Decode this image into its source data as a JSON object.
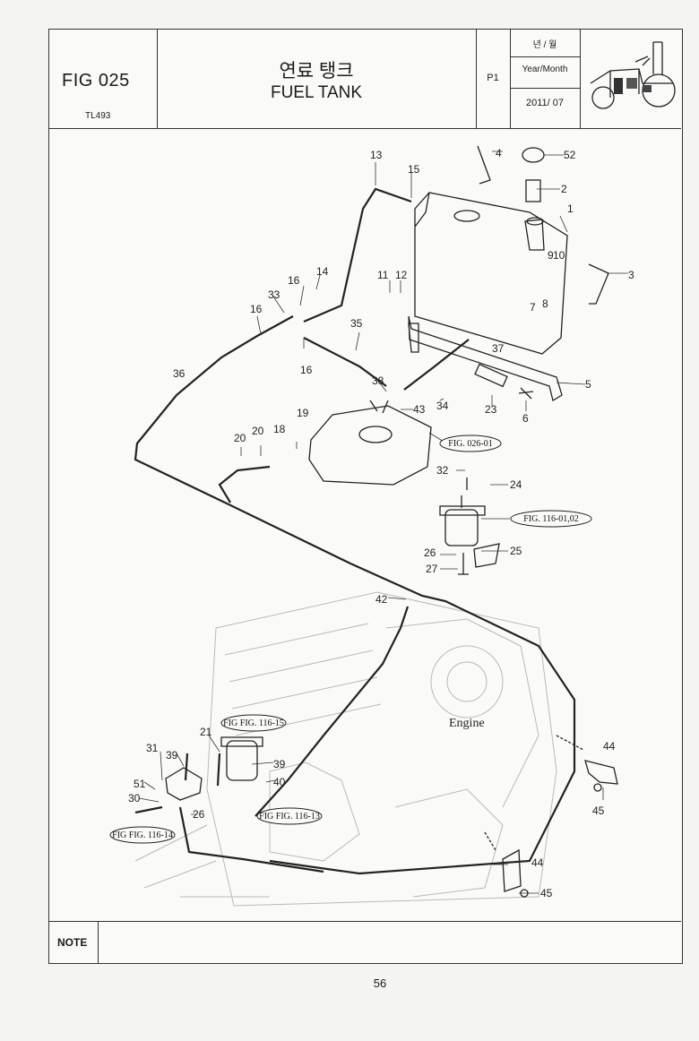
{
  "header": {
    "fig_no": "FIG 025",
    "model": "TL493",
    "title_kr": "연료 탱크",
    "title_en": "FUEL TANK",
    "page_ref": "P1",
    "ym_kr": "년 / 월",
    "ym_en": "Year/Month",
    "ym_value": "2011/ 07"
  },
  "callouts": [
    "1",
    "2",
    "3",
    "4",
    "5",
    "6",
    "7",
    "8",
    "9",
    "10",
    "11",
    "12",
    "13",
    "14",
    "15",
    "16",
    "16",
    "16",
    "18",
    "19",
    "20",
    "20",
    "21",
    "23",
    "24",
    "25",
    "26",
    "26",
    "27",
    "30",
    "31",
    "32",
    "33",
    "34",
    "35",
    "36",
    "37",
    "38",
    "39",
    "39",
    "40",
    "42",
    "43",
    "44",
    "44",
    "45",
    "45",
    "51",
    "52"
  ],
  "references": [
    "FIG. 026-01",
    "FIG. 116-01,02",
    "FIG FIG. 116-15",
    "FIG FIG. 116-13",
    "FIG FIG. 116-14"
  ],
  "engine_label": "Engine",
  "note_label": "NOTE",
  "note_text": "",
  "page_number": "56",
  "icons": [
    "tractor-icon"
  ]
}
